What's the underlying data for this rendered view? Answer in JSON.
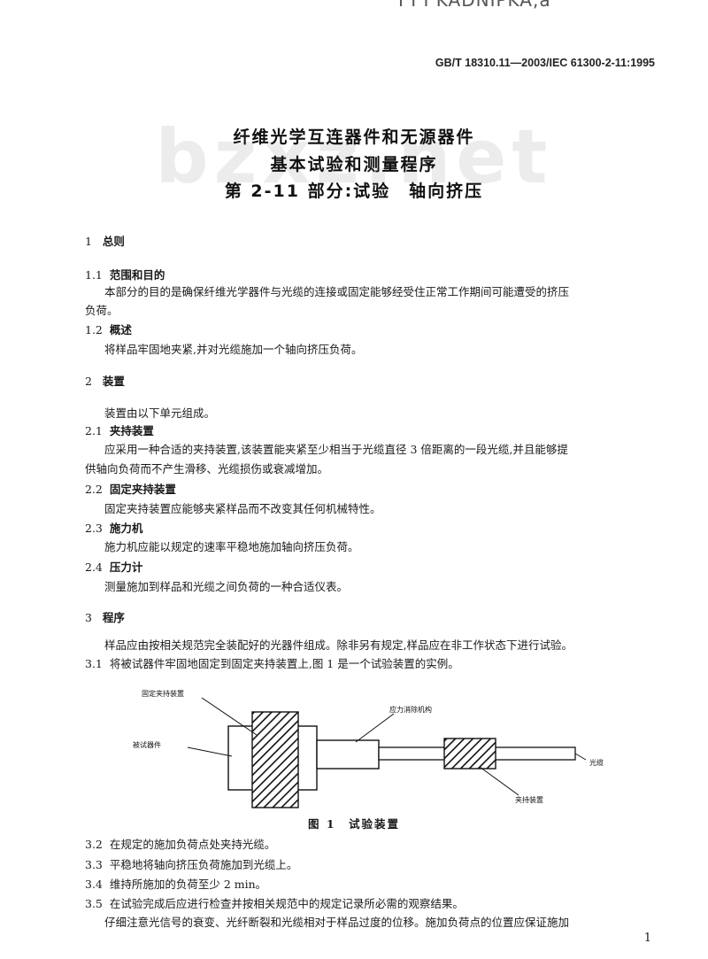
{
  "header": {
    "top_cut": "I I I KADNIPKA,a",
    "standard_number": "GB/T 18310.11—2003/IEC 61300-2-11:1995"
  },
  "watermark": "bzxz.net",
  "title": {
    "line1": "纤维光学互连器件和无源器件",
    "line2": "基本试验和测量程序",
    "line3": "第 2-11 部分:试验　轴向挤压"
  },
  "sections": {
    "s1": {
      "num": "1",
      "title": "总则"
    },
    "s1_1": {
      "num": "1.1",
      "title": "范围和目的"
    },
    "s1_1_p1": "本部分的目的是确保纤维光学器件与光缆的连接或固定能够经受住正常工作期间可能遭受的挤压",
    "s1_1_p2": "负荷。",
    "s1_2": {
      "num": "1.2",
      "title": "概述"
    },
    "s1_2_p": "将样品牢固地夹紧,并对光缆施加一个轴向挤压负荷。",
    "s2": {
      "num": "2",
      "title": "装置"
    },
    "s2_p": "装置由以下单元组成。",
    "s2_1": {
      "num": "2.1",
      "title": "夹持装置"
    },
    "s2_1_p1": "应采用一种合适的夹持装置,该装置能夹紧至少相当于光缆直径 3 倍距离的一段光缆,并且能够提",
    "s2_1_p2": "供轴向负荷而不产生滑移、光缆损伤或衰减增加。",
    "s2_2": {
      "num": "2.2",
      "title": "固定夹持装置"
    },
    "s2_2_p": "固定夹持装置应能够夹紧样品而不改变其任何机械特性。",
    "s2_3": {
      "num": "2.3",
      "title": "施力机"
    },
    "s2_3_p": "施力机应能以规定的速率平稳地施加轴向挤压负荷。",
    "s2_4": {
      "num": "2.4",
      "title": "压力计"
    },
    "s2_4_p": "测量施加到样品和光缆之间负荷的一种合适仪表。",
    "s3": {
      "num": "3",
      "title": "程序"
    },
    "s3_p": "样品应由按相关规范完全装配好的光器件组成。除非另有规定,样品应在非工作状态下进行试验。",
    "s3_1": {
      "num": "3.1",
      "text": "将被试器件牢固地固定到固定夹持装置上,图 1 是一个试验装置的实例。"
    },
    "s3_2": {
      "num": "3.2",
      "text": "在规定的施加负荷点处夹持光缆。"
    },
    "s3_3": {
      "num": "3.3",
      "text": "平稳地将轴向挤压负荷施加到光缆上。"
    },
    "s3_4": {
      "num": "3.4",
      "text": "维持所施加的负荷至少 2 min。"
    },
    "s3_5": {
      "num": "3.5",
      "text": "在试验完成后应进行检查并按相关规范中的规定记录所必需的观察结果。"
    },
    "s3_5_cont": "仔细注意光信号的衰变、光纤断裂和光缆相对于样品过度的位移。施加负荷点的位置应保证施加"
  },
  "figure": {
    "label_fixed_clamp": "固定夹持装置",
    "label_force": "应力消除机构",
    "label_device": "被试器件",
    "label_cable": "光缆",
    "label_clamp": "夹持装置",
    "caption": "图 1　试验装置"
  },
  "page_number": "1"
}
